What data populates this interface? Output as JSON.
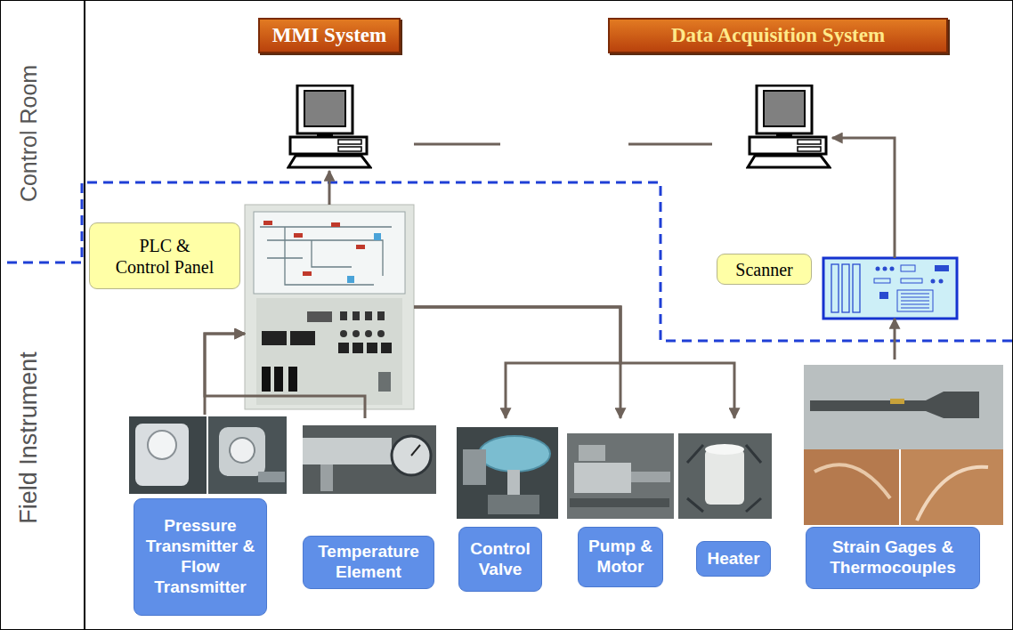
{
  "diagram": {
    "nodes": [
      {
        "text": [
          "MMI System"
        ]
      },
      {
        "text": [
          "Data Acquisition System"
        ]
      },
      {
        "text": [
          "PLC & Control Panel"
        ]
      },
      {
        "text": [
          "Scanner"
        ]
      },
      {
        "text": [
          "Pressure Transmitter & Flow Transmitter"
        ]
      },
      {
        "text": [
          "Temperature Element"
        ]
      },
      {
        "text": [
          "Control Valve"
        ]
      },
      {
        "text": [
          "Pump & Motor"
        ]
      },
      {
        "text": [
          "Heater"
        ]
      },
      {
        "text": [
          "Strain Gages & Thermocouples"
        ]
      }
    ],
    "edges": [
      {
        "from": 2,
        "to": 0,
        "arrow": "to"
      },
      {
        "from": 0,
        "to": 1,
        "arrow": "none"
      },
      {
        "from": 3,
        "to": 1,
        "arrow": "to"
      },
      {
        "from": 4,
        "to": 2,
        "arrow": "to"
      },
      {
        "from": 5,
        "to": 2,
        "arrow": "to"
      },
      {
        "from": 2,
        "to": 6,
        "arrow": "to"
      },
      {
        "from": 2,
        "to": 7,
        "arrow": "to"
      },
      {
        "from": 2,
        "to": 8,
        "arrow": "to"
      },
      {
        "from": 9,
        "to": 3,
        "arrow": "to"
      }
    ],
    "labels": [
      "Control Room",
      "Field Instrument"
    ]
  }
}
